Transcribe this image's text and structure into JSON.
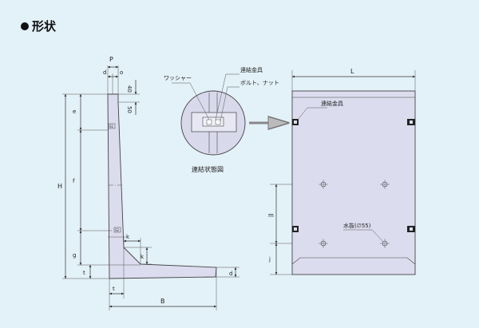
{
  "title": "形状",
  "section_view": {
    "dims": {
      "P": "P",
      "d_top": "d",
      "o": "o",
      "v40": "40",
      "v50": "50",
      "e": "e",
      "f": "f",
      "g": "g",
      "H": "H",
      "t_left": "t",
      "k1": "k",
      "k2": "k",
      "t_bottom": "t",
      "B": "B",
      "d_right": "d"
    },
    "marks": {
      "s1": "S1",
      "s2": "S2"
    }
  },
  "detail": {
    "washer_label": "ワッシャー",
    "fitting_label": "連結金具",
    "bolt_label": "ボルト、ナット",
    "caption": "連結状態図"
  },
  "front_view": {
    "L": "L",
    "fitting_label": "連結金具",
    "drain_label": "水抜(∅55)",
    "m": "m",
    "j": "j"
  },
  "colors": {
    "background": "#e3f1f8",
    "body": "#dcdcef",
    "line": "#444444"
  }
}
